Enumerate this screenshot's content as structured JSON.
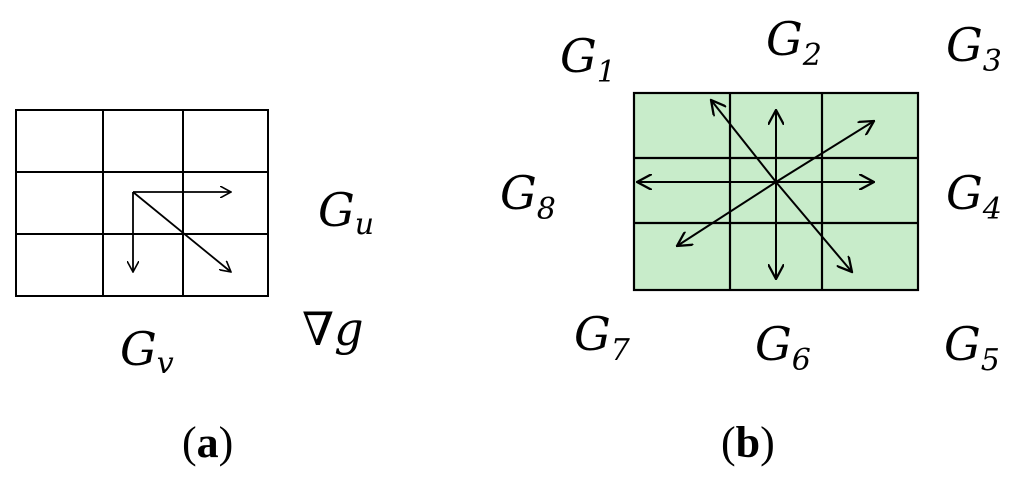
{
  "panel_a": {
    "labels": {
      "gu_main": "G",
      "gu_sub": "u",
      "gv_main": "G",
      "gv_sub": "v",
      "grad": "∇g"
    },
    "caption_open": "(",
    "caption_letter": "a",
    "caption_close": ")"
  },
  "panel_b": {
    "grid_fill": "#c8ecca",
    "labels": {
      "g1": "1",
      "g2": "2",
      "g3": "3",
      "g4": "4",
      "g5": "5",
      "g6": "6",
      "g7": "7",
      "g8": "8",
      "g_main": "G"
    },
    "caption_open": "(",
    "caption_letter": "b",
    "caption_close": ")"
  }
}
